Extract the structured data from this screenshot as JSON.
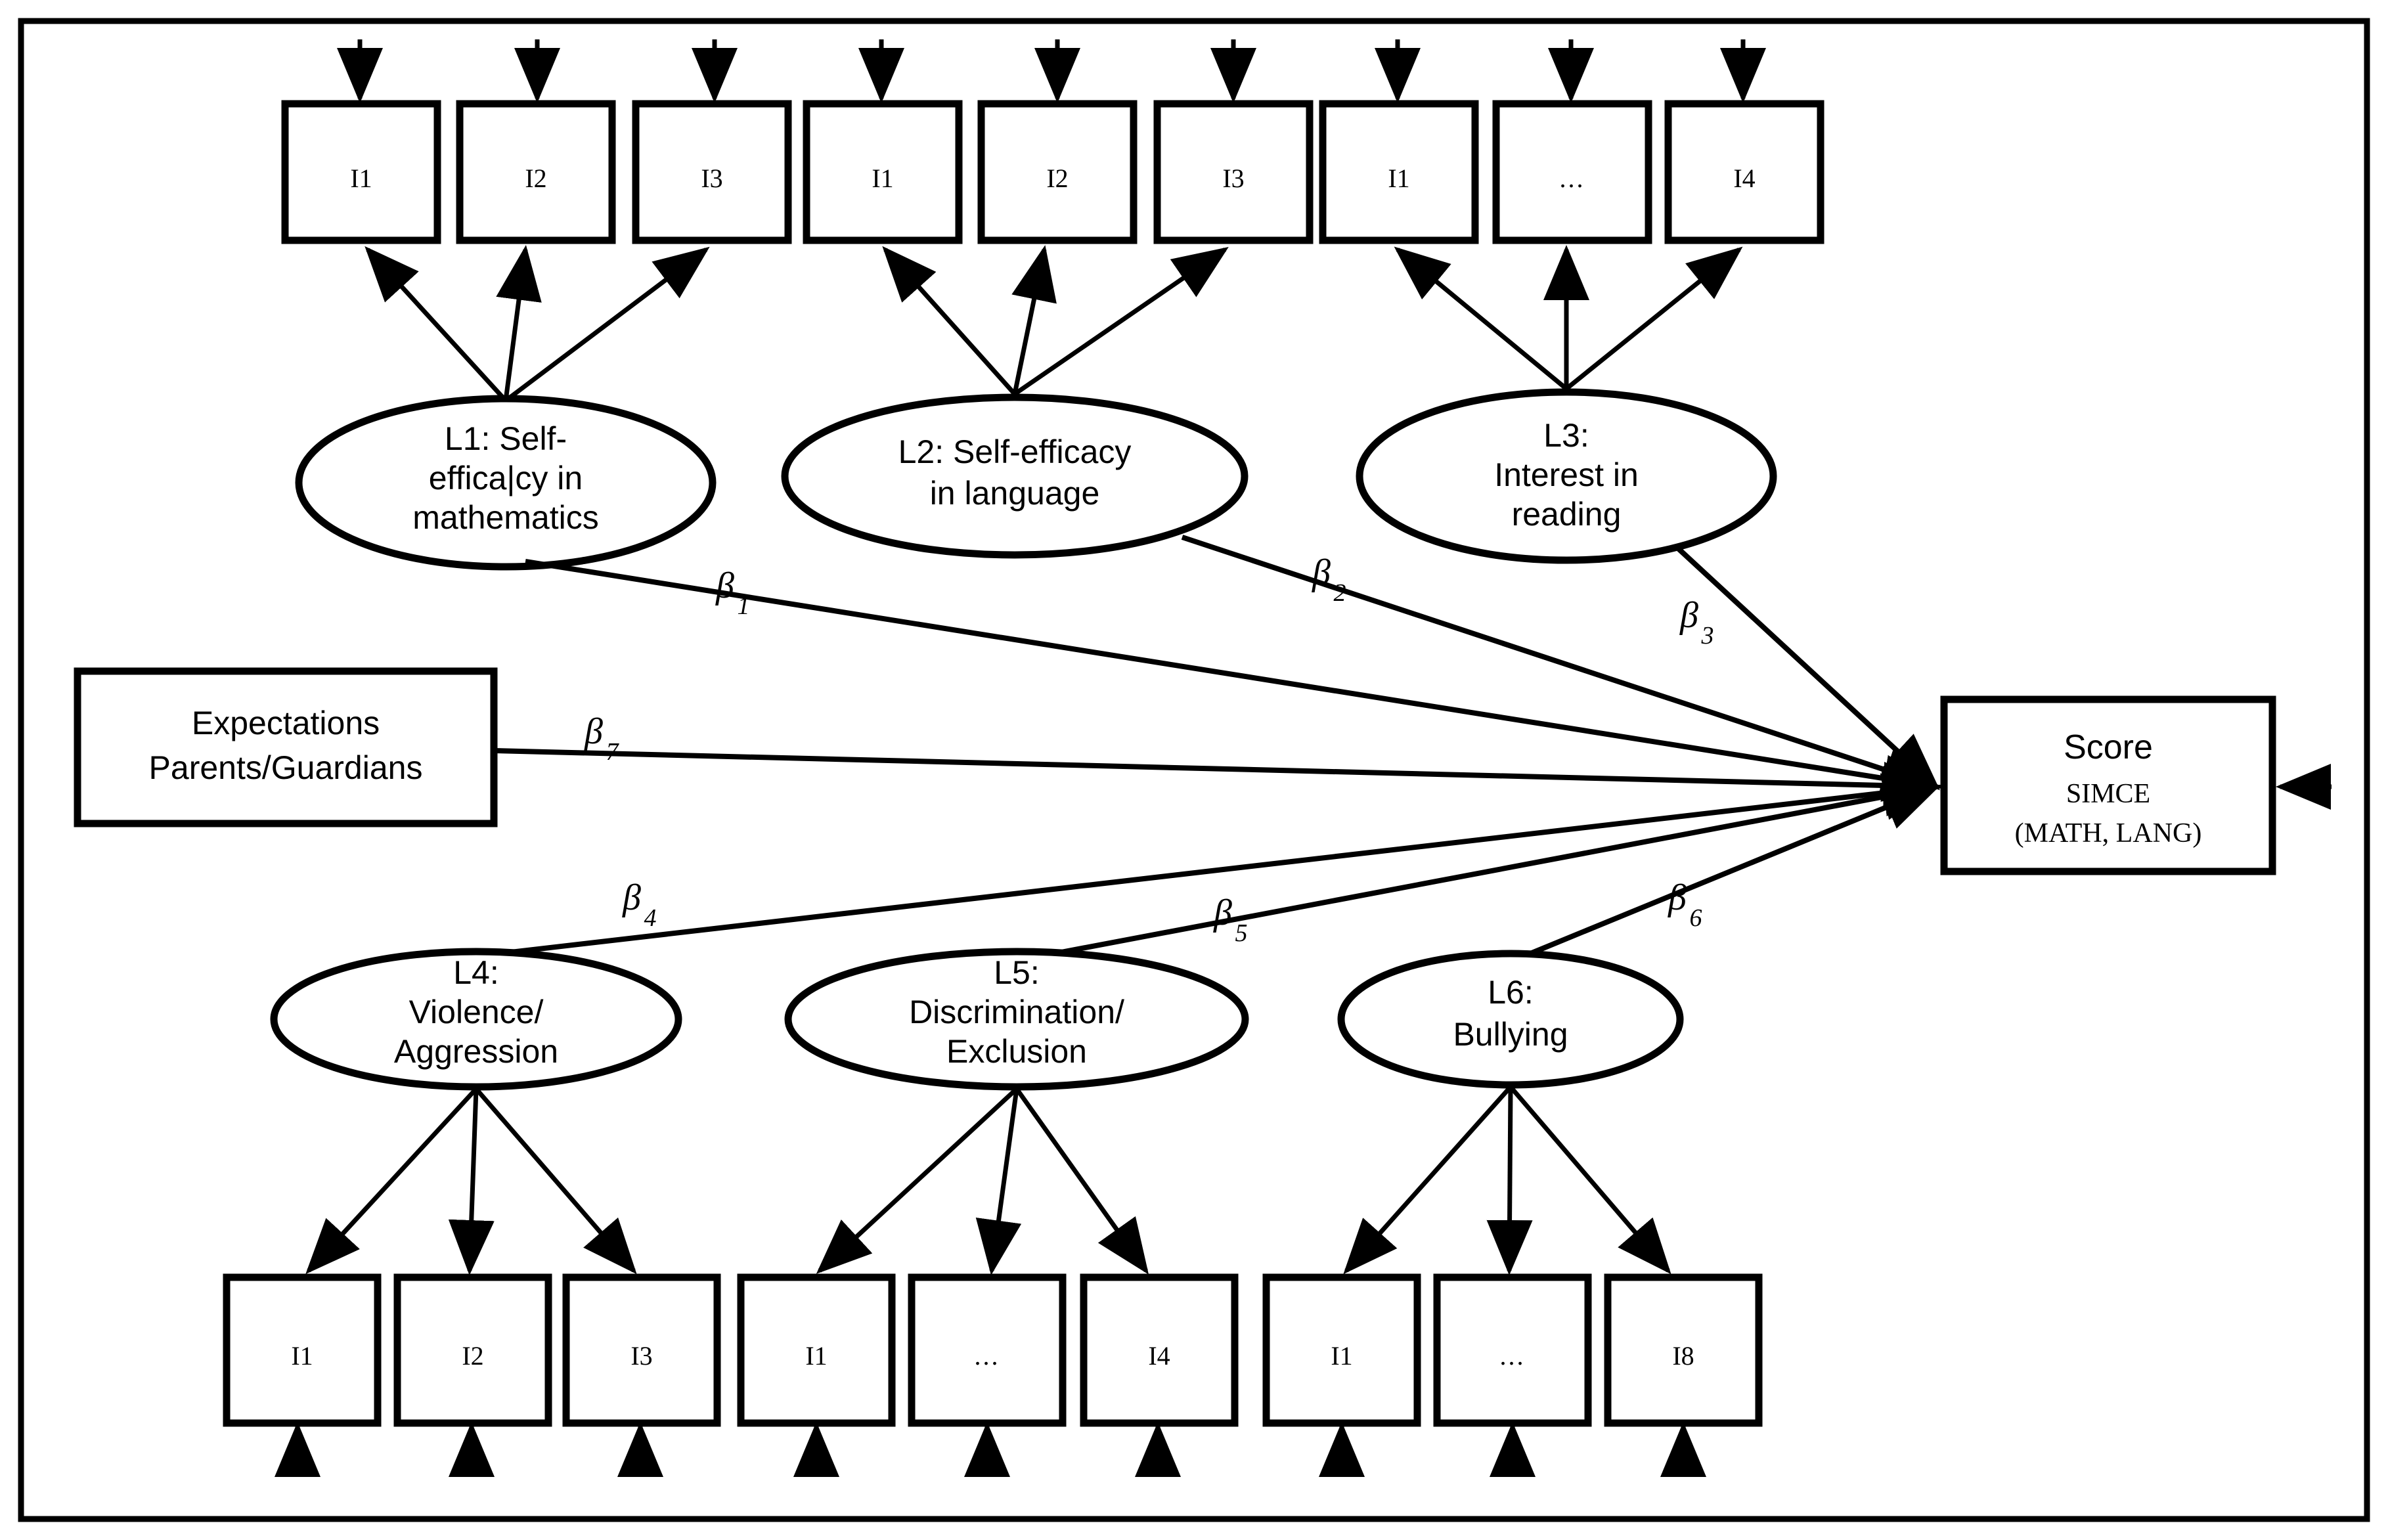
{
  "diagram": {
    "title": "Structural equation model: latent factors predicting SIMCE score",
    "frame_color": "#000000",
    "background": "#ffffff"
  },
  "indicators_top": [
    {
      "label": "I1",
      "group": "L1"
    },
    {
      "label": "I2",
      "group": "L1"
    },
    {
      "label": "I3",
      "group": "L1"
    },
    {
      "label": "I1",
      "group": "L2"
    },
    {
      "label": "I2",
      "group": "L2"
    },
    {
      "label": "I3",
      "group": "L2"
    },
    {
      "label": "I1",
      "group": "L3"
    },
    {
      "label": "...",
      "group": "L3"
    },
    {
      "label": "I4",
      "group": "L3"
    }
  ],
  "indicators_bottom": [
    {
      "label": "I1",
      "group": "L4"
    },
    {
      "label": "I2",
      "group": "L4"
    },
    {
      "label": "I3",
      "group": "L4"
    },
    {
      "label": "I1",
      "group": "L5"
    },
    {
      "label": "...",
      "group": "L5"
    },
    {
      "label": "I4",
      "group": "L5"
    },
    {
      "label": "I1",
      "group": "L6"
    },
    {
      "label": "...",
      "group": "L6"
    },
    {
      "label": "I8",
      "group": "L6"
    }
  ],
  "latents_top": [
    {
      "id": "L1",
      "lines": [
        "L1: Self-",
        "effica|cy in",
        "mathematics"
      ]
    },
    {
      "id": "L2",
      "lines": [
        "L2: Self-efficacy",
        "in language"
      ]
    },
    {
      "id": "L3",
      "lines": [
        "L3:",
        "Interest in",
        "reading"
      ]
    }
  ],
  "latents_bottom": [
    {
      "id": "L4",
      "lines": [
        "L4:",
        "Violence/",
        "Aggression"
      ]
    },
    {
      "id": "L5",
      "lines": [
        "L5:",
        "Discrimination/",
        "Exclusion"
      ]
    },
    {
      "id": "L6",
      "lines": [
        "L6:",
        "Bullying"
      ]
    }
  ],
  "observed_box": {
    "id": "expectations",
    "lines": [
      "Expectations",
      "Parents/Guardians"
    ]
  },
  "outcome_box": {
    "id": "score",
    "line1": "Score",
    "line2": "SIMCE",
    "line3": "(MATH, LANG)"
  },
  "paths": [
    {
      "id": "beta1",
      "label": "β",
      "sub": "1",
      "from": "L1",
      "to": "score"
    },
    {
      "id": "beta2",
      "label": "β",
      "sub": "2",
      "from": "L2",
      "to": "score"
    },
    {
      "id": "beta3",
      "label": "β",
      "sub": "3",
      "from": "L3",
      "to": "score"
    },
    {
      "id": "beta4",
      "label": "β",
      "sub": "4",
      "from": "L4",
      "to": "score"
    },
    {
      "id": "beta5",
      "label": "β",
      "sub": "5",
      "from": "L5",
      "to": "score"
    },
    {
      "id": "beta6",
      "label": "β",
      "sub": "6",
      "from": "L6",
      "to": "score"
    },
    {
      "id": "beta7",
      "label": "β",
      "sub": "7",
      "from": "expectations",
      "to": "score"
    }
  ]
}
